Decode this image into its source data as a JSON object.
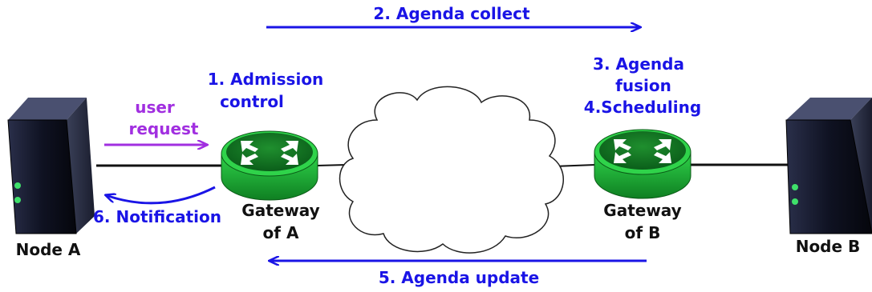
{
  "nodes": {
    "node_a": "Node A",
    "node_b": "Node B"
  },
  "gateways": {
    "a_line1": "Gateway",
    "a_line2": "of A",
    "b_line1": "Gateway",
    "b_line2": "of B"
  },
  "steps": {
    "admission_line1": "1. Admission",
    "admission_line2": "control",
    "agenda_collect": "2. Agenda collect",
    "fusion_line1": "3. Agenda",
    "fusion_line2": "fusion",
    "scheduling": "4.Scheduling",
    "agenda_update": "5. Agenda update",
    "notification": "6. Notification"
  },
  "user_request": {
    "line1": "user",
    "line2": "request"
  },
  "colors": {
    "step_blue": "#1a14e6",
    "user_purple": "#a12fe0",
    "router_green": "#22c33a"
  },
  "icons": [
    "server-icon",
    "router-icon",
    "cloud-icon",
    "arrow-icon"
  ]
}
